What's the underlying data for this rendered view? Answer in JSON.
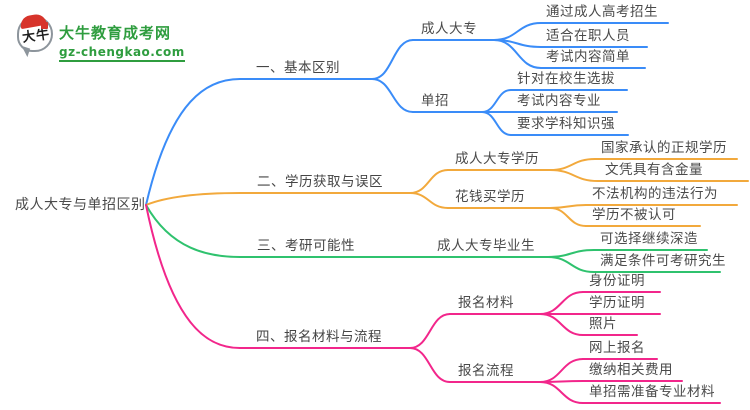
{
  "logo": {
    "icon_label": "大牛",
    "title": "大牛教育成考网",
    "domain": "gz-chengkao.com",
    "brand_color": "#2f9d3f",
    "seal_color": "#d7342b"
  },
  "root_label": "成人大专与单招区别",
  "branches": [
    {
      "label": "一、基本区别",
      "color": "#3a8cf8",
      "children": [
        {
          "label": "成人大专",
          "leaves": [
            "通过成人高考招生",
            "适合在职人员",
            "考试内容简单"
          ]
        },
        {
          "label": "单招",
          "leaves": [
            "针对在校生选拔",
            "考试内容专业",
            "要求学科知识强"
          ]
        }
      ]
    },
    {
      "label": "二、学历获取与误区",
      "color": "#f2a93c",
      "children": [
        {
          "label": "成人大专学历",
          "leaves": [
            "国家承认的正规学历",
            "文凭具有含金量"
          ]
        },
        {
          "label": "花钱买学历",
          "leaves": [
            "不法机构的违法行为",
            "学历不被认可"
          ]
        }
      ]
    },
    {
      "label": "三、考研可能性",
      "color": "#2fc26e",
      "children": [
        {
          "label": "成人大专毕业生",
          "leaves": [
            "可选择继续深造",
            "满足条件可考研究生"
          ]
        }
      ]
    },
    {
      "label": "四、报名材料与流程",
      "color": "#f2268b",
      "children": [
        {
          "label": "报名材料",
          "leaves": [
            "身份证明",
            "学历证明",
            "照片"
          ]
        },
        {
          "label": "报名流程",
          "leaves": [
            "网上报名",
            "缴纳相关费用",
            "单招需准备专业材料"
          ]
        }
      ]
    }
  ]
}
